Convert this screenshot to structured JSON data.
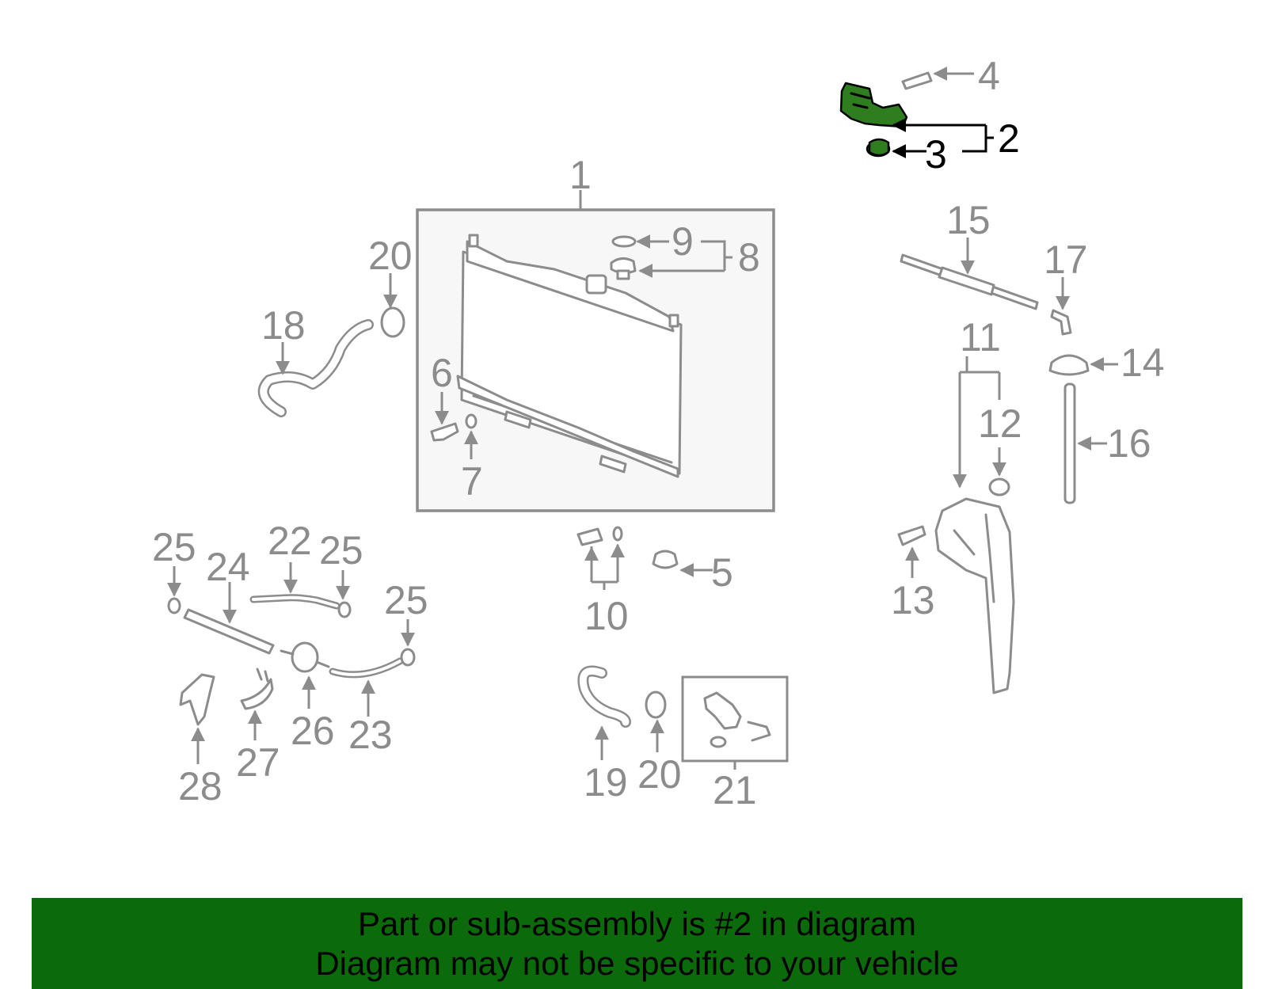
{
  "colors": {
    "highlight": "#2e7d1f",
    "banner": "#0b6b0b",
    "line": "#8c8c8c"
  },
  "callouts": {
    "n1": "1",
    "n2": "2",
    "n3": "3",
    "n4": "4",
    "n5": "5",
    "n6": "6",
    "n7": "7",
    "n8": "8",
    "n9": "9",
    "n10": "10",
    "n11": "11",
    "n12": "12",
    "n13": "13",
    "n14": "14",
    "n15": "15",
    "n16": "16",
    "n17": "17",
    "n18": "18",
    "n19": "19",
    "n20": "20",
    "n21": "21",
    "n22": "22",
    "n23": "23",
    "n24": "24",
    "n25": "25",
    "n26": "26",
    "n27": "27",
    "n28": "28"
  },
  "banner": {
    "line1": "Part or sub-assembly is #2 in diagram",
    "line2": "Diagram may not be specific to your vehicle"
  }
}
